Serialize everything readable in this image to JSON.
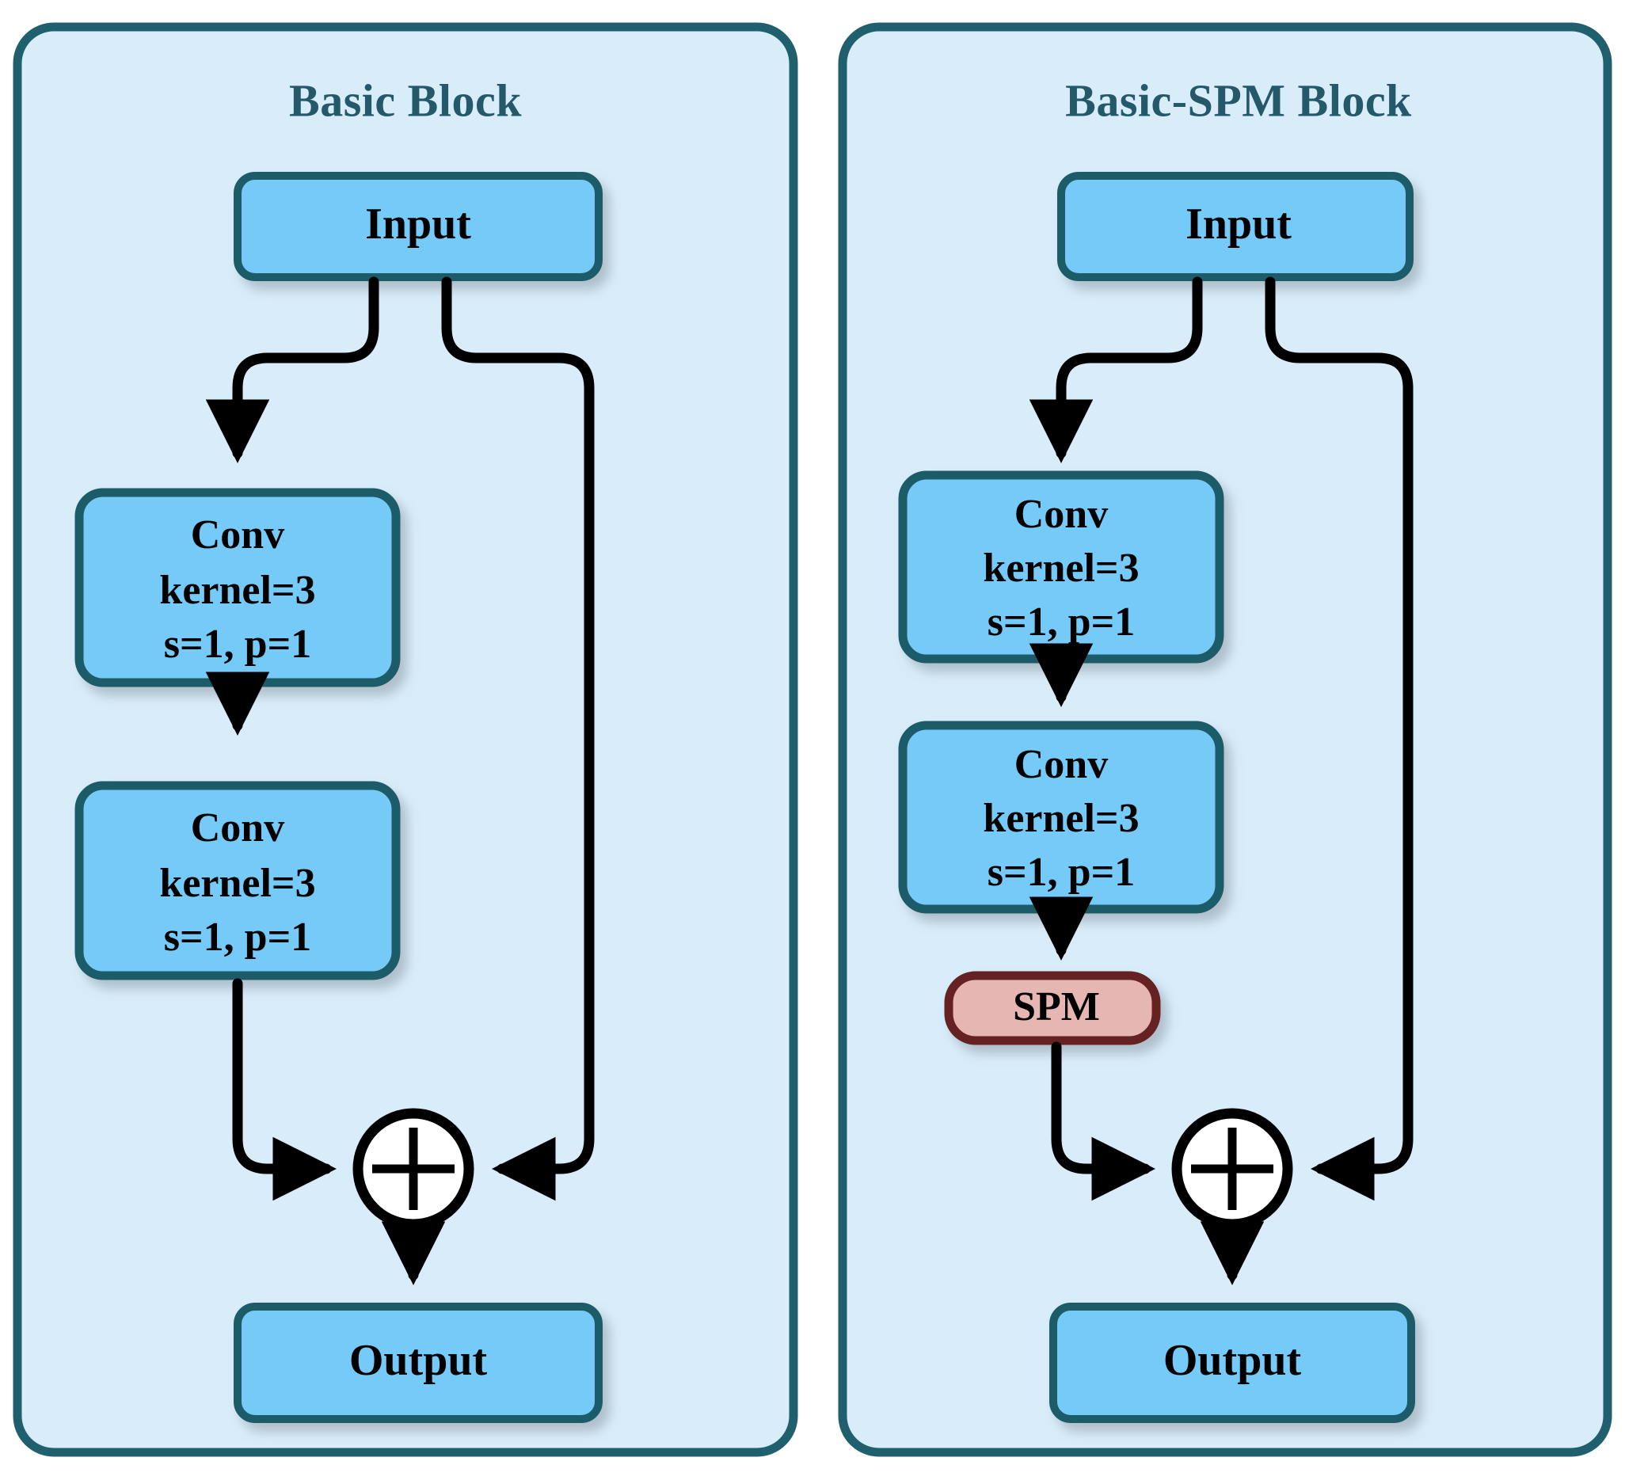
{
  "figure": {
    "type": "diagram",
    "description": "Two residual network block architecture diagrams side by side",
    "background_color": "#ffffff"
  },
  "colors": {
    "panel_fill": "#d8ecfa",
    "panel_border": "#20606e",
    "node_fill": "#74caf7",
    "node_border": "#1e5b68",
    "spm_fill": "#e6b6b2",
    "spm_border": "#662020",
    "title_text": "#24596a",
    "node_text": "#000000",
    "arrow": "#000000",
    "sum_fill": "#ffffff",
    "shadow": "#b9b9b9"
  },
  "panels": [
    {
      "id": "basic-block",
      "title": "Basic Block",
      "nodes": {
        "input": {
          "label": "Input"
        },
        "conv1": {
          "lines": [
            "Conv",
            "kernel=3",
            "s=1, p=1"
          ]
        },
        "conv2": {
          "lines": [
            "Conv",
            "kernel=3",
            "s=1, p=1"
          ]
        },
        "sum": {
          "symbol": "+"
        },
        "output": {
          "label": "Output"
        }
      },
      "edges": [
        {
          "from": "input",
          "to": "conv1",
          "kind": "branch-left"
        },
        {
          "from": "conv1",
          "to": "conv2",
          "kind": "straight-down"
        },
        {
          "from": "conv2",
          "to": "sum",
          "kind": "elbow-right"
        },
        {
          "from": "input",
          "to": "sum",
          "kind": "skip-right"
        },
        {
          "from": "sum",
          "to": "output",
          "kind": "straight-down"
        }
      ]
    },
    {
      "id": "basic-spm-block",
      "title": "Basic-SPM Block",
      "nodes": {
        "input": {
          "label": "Input"
        },
        "conv1": {
          "lines": [
            "Conv",
            "kernel=3",
            "s=1, p=1"
          ]
        },
        "conv2": {
          "lines": [
            "Conv",
            "kernel=3",
            "s=1, p=1"
          ]
        },
        "spm": {
          "label": "SPM"
        },
        "sum": {
          "symbol": "+"
        },
        "output": {
          "label": "Output"
        }
      },
      "edges": [
        {
          "from": "input",
          "to": "conv1",
          "kind": "branch-left"
        },
        {
          "from": "conv1",
          "to": "conv2",
          "kind": "straight-down"
        },
        {
          "from": "conv2",
          "to": "spm",
          "kind": "straight-down"
        },
        {
          "from": "spm",
          "to": "sum",
          "kind": "elbow-right"
        },
        {
          "from": "input",
          "to": "sum",
          "kind": "skip-right"
        },
        {
          "from": "sum",
          "to": "output",
          "kind": "straight-down"
        }
      ]
    }
  ]
}
